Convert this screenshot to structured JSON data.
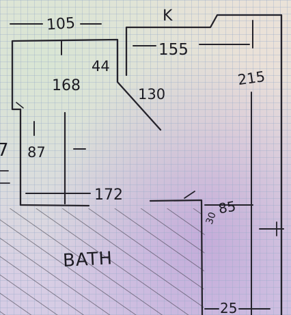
{
  "drawing": {
    "measurements": {
      "top_left_width": "105",
      "north_mark": "K",
      "right_top_width": "155",
      "height_168": "168",
      "notch_44": "44",
      "diagonal_130": "130",
      "right_height": "215",
      "left_height": "87",
      "bottom_172": "172",
      "right_85": "85",
      "corner_30": "30",
      "bottom_right_25": "25",
      "left_edge_7": "7",
      "bath_label": "BATH"
    }
  }
}
